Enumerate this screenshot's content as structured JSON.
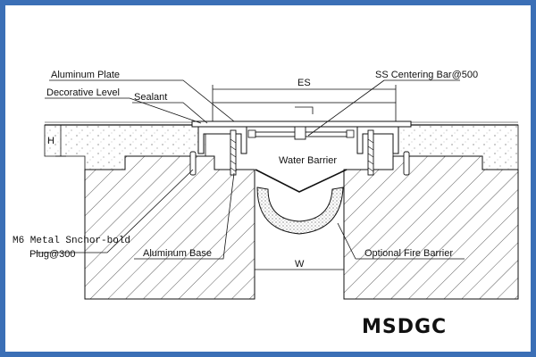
{
  "labels": {
    "aluminum_plate": "Aluminum Plate",
    "decorative_level": "Decorative Level",
    "sealant": "Sealant",
    "es": "ES",
    "ss_centering_bar": "SS Centering Bar@500",
    "h": "H",
    "water_barrier": "Water Barrier",
    "anchor_line1": "M6 Metal Snchor-bold",
    "anchor_line2": "Plug@300",
    "aluminum_base": "Aluminum Base",
    "w": "W",
    "optional_fire_barrier": "Optional Fire Barrier"
  },
  "brand": "MSDGC",
  "colors": {
    "border": "#3b6fb6",
    "line": "#111111",
    "fire_barrier": "#cfcfcf"
  }
}
